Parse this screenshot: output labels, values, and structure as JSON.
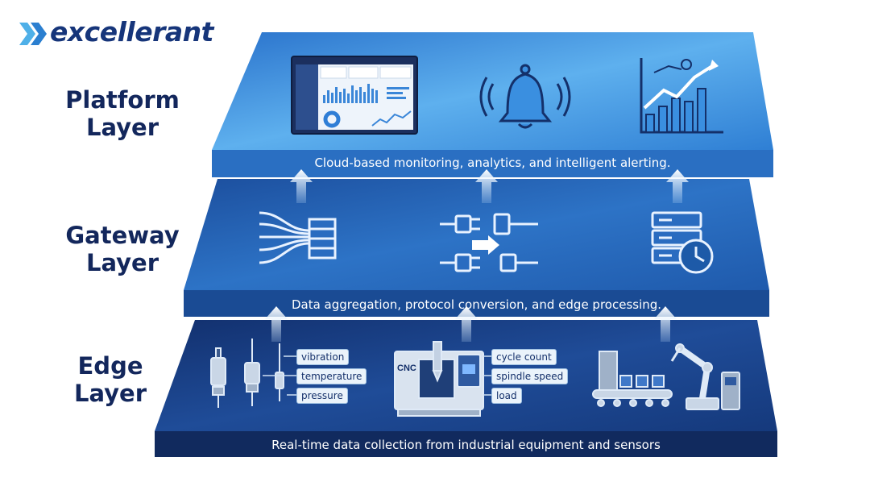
{
  "brand": {
    "logo_text": "excellerant"
  },
  "layers": {
    "platform": {
      "title_line1": "Platform",
      "title_line2": "Layer",
      "caption": "Cloud-based monitoring, analytics, and intelligent alerting.",
      "icons": [
        "dashboard-icon",
        "bell-icon",
        "growth-chart-icon"
      ]
    },
    "gateway": {
      "title_line1": "Gateway",
      "title_line2": "Layer",
      "caption": "Data aggregation, protocol conversion, and edge processing.",
      "icons": [
        "data-aggregation-icon",
        "protocol-conversion-icon",
        "server-clock-icon"
      ]
    },
    "edge": {
      "title_line1": "Edge",
      "title_line2": "Layer",
      "caption": "Real-time data collection from industrial equipment and sensors",
      "sensor_tags": [
        "vibration",
        "temperature",
        "pressure"
      ],
      "machine_label": "CNC",
      "machine_tags": [
        "cycle count",
        "spindle speed",
        "load"
      ],
      "icons": [
        "sensors-icon",
        "cnc-machine-icon",
        "robot-conveyor-icon"
      ]
    }
  },
  "colors": {
    "title_navy": "#13275c",
    "platform_top": "#3c8fd9",
    "gateway_top": "#2565b8",
    "edge_top": "#1a3f86",
    "arrow": "#e8f4ff"
  }
}
